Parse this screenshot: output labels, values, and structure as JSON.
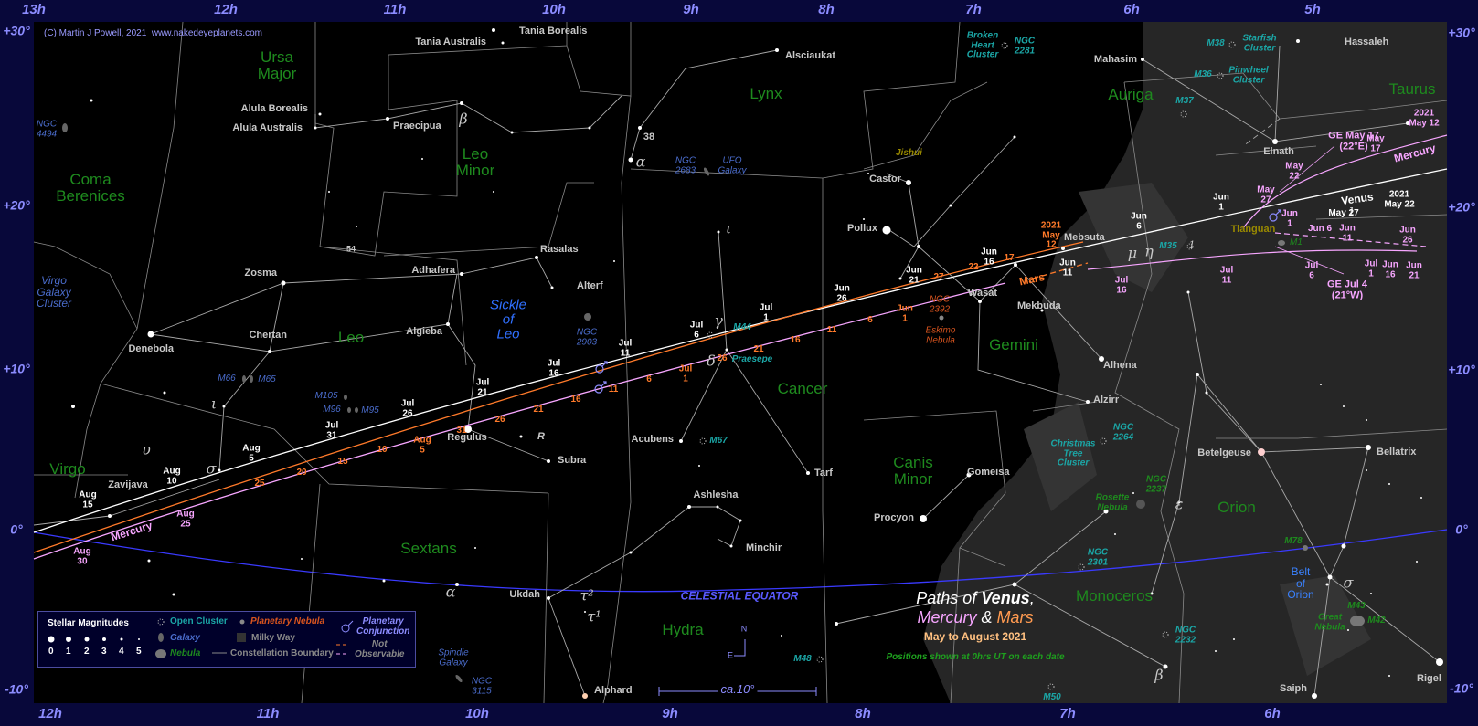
{
  "copyright": "(C) Martin J Powell, 2021  www.nakedeyeplanets.com",
  "ra_top": [
    "13h",
    "12h",
    "11h",
    "10h",
    "9h",
    "8h",
    "7h",
    "6h",
    "5h"
  ],
  "ra_bottom": [
    "12h",
    "11h",
    "10h",
    "9h",
    "8h",
    "7h",
    "6h"
  ],
  "dec_left": [
    "+30°",
    "+20°",
    "+10°",
    "0°",
    "-10°"
  ],
  "dec_right": [
    "+30°",
    "+20°",
    "+10°",
    "0°",
    "-10°"
  ],
  "constellations": {
    "ursa_major": "Ursa\nMajor",
    "coma": "Coma\nBerenices",
    "leo_minor": "Leo\nMinor",
    "lynx": "Lynx",
    "auriga": "Auriga",
    "taurus": "Taurus",
    "leo": "Leo",
    "cancer": "Cancer",
    "gemini": "Gemini",
    "virgo": "Virgo",
    "sextans": "Sextans",
    "canis_minor": "Canis\nMinor",
    "orion": "Orion",
    "monoceros": "Monoceros",
    "hydra": "Hydra"
  },
  "stars": {
    "tania_australis": "Tania Australis",
    "tania_borealis": "Tania Borealis",
    "alsciaukat": "Alsciaukat",
    "hassaleh": "Hassaleh",
    "mahasim": "Mahasim",
    "alula_borealis": "Alula Borealis",
    "alula_australis": "Alula Australis",
    "praecipua": "Praecipua",
    "elnath": "Elnath",
    "castor": "Castor",
    "pollux": "Pollux",
    "mebsuta": "Mebsuta",
    "tianguan": "Tianguan",
    "rasalas": "Rasalas",
    "zosma": "Zosma",
    "adhafera": "Adhafera",
    "alterf": "Alterf",
    "wasat": "Wasat",
    "mekbuda": "Mekbuda",
    "chertan": "Chertan",
    "denebola": "Denebola",
    "algieba": "Algieba",
    "alhena": "Alhena",
    "alzirr": "Alzirr",
    "regulus": "Regulus",
    "subra": "Subra",
    "acubens": "Acubens",
    "tarf": "Tarf",
    "betelgeuse": "Betelgeuse",
    "bellatrix": "Bellatrix",
    "gomeisa": "Gomeisa",
    "procyon": "Procyon",
    "zavijava": "Zavijava",
    "ashlesha": "Ashlesha",
    "minchir": "Minchir",
    "ukdah": "Ukdah",
    "alphard": "Alphard",
    "saiph": "Saiph",
    "rigel": "Rigel",
    "n38": "38",
    "n54": "54",
    "r": "R"
  },
  "greek": {
    "beta1": "β",
    "alpha1": "α",
    "iota1": "ι",
    "mu": "μ",
    "eta": "η",
    "one": "1",
    "gamma": "γ",
    "delta": "δ",
    "iota2": "ι",
    "iota3": "ι",
    "upsilon": "υ",
    "sigma1": "σ",
    "epsilon": "ε",
    "alpha2": "α",
    "tau2": "τ²",
    "tau1": "τ¹",
    "beta2": "β",
    "sigma2": "σ"
  },
  "deep_sky": {
    "broken_heart": "Broken\nHeart\nCluster",
    "ngc2281": "NGC\n2281",
    "m38": "M38",
    "starfish": "Starfish\nCluster",
    "m36": "M36",
    "pinwheel": "Pinwheel\nCluster",
    "m37": "M37",
    "ngc4494": "NGC\n4494",
    "ngc2683": "NGC\n2683",
    "ufo": "UFO\nGalaxy",
    "jishui": "Jishui",
    "m35": "M35",
    "m1": "M1",
    "virgo_cluster": "Virgo\nGalaxy\nCluster",
    "sickle": "Sickle\nof\nLeo",
    "ngc2903": "NGC\n2903",
    "m44": "M44",
    "praesepe": "Praesepe",
    "ngc2392": "NGC\n2392",
    "eskimo": "Eskimo\nNebula",
    "m66": "M66",
    "m65": "M65",
    "m105": "M105",
    "m96": "M96",
    "m95": "M95",
    "m67": "M67",
    "ngc2264": "NGC\n2264",
    "christmas": "Christmas\nTree\nCluster",
    "ngc2237": "NGC\n2237",
    "rosette": "Rosette\nNebula",
    "ngc2301": "NGC\n2301",
    "m78": "M78",
    "belt": "Belt\nof\nOrion",
    "m43": "M43",
    "great_neb": "Great\nNebula",
    "m42": "M42",
    "ngc2232": "NGC\n2232",
    "spindle": "Spindle\nGalaxy",
    "ngc3115": "NGC\n3115",
    "m48": "M48",
    "m50": "M50"
  },
  "celestial_equator": "CELESTIAL EQUATOR",
  "scale": "ca.10°",
  "compass": {
    "n": "N",
    "e": "E"
  },
  "planet_names": {
    "mercury_top": "Mercury",
    "mercury_bottom": "Mercury",
    "venus": "Venus",
    "mars": "Mars"
  },
  "venus_dates": [
    "2021\nMay 22",
    "May 27",
    "Jun\n1",
    "Jun\n6",
    "Jun\n11",
    "Jun\n16",
    "Jun\n21",
    "Jun\n26",
    "Jul\n1",
    "Jul\n6",
    "Jul\n11",
    "Jul\n16",
    "Jul\n21",
    "Jul\n26",
    "Jul\n31",
    "Aug\n5",
    "Aug\n10",
    "Aug\n15"
  ],
  "mars_dates": [
    "2021\nMay\n12",
    "17",
    "22",
    "27",
    "Jun\n1",
    "6",
    "11",
    "16",
    "21",
    "26",
    "Jul\n1",
    "6",
    "11",
    "16",
    "21",
    "26",
    "31",
    "Aug\n5",
    "10",
    "15",
    "20",
    "25"
  ],
  "mercury_dates": [
    "2021\nMay 12",
    "May\n17",
    "May\n22",
    "May\n27",
    "Jun\n1",
    "Jun 6",
    "Jun\n11",
    "Jun\n16",
    "Jun\n21",
    "Jun\n26",
    "Jul\n1",
    "Jul\n6",
    "Jul\n11",
    "Jul\n16",
    "Aug\n25",
    "Aug\n30"
  ],
  "elongations": {
    "ge_may": "GE May 17\n(22°E)",
    "ge_jul": "GE Jul 4\n(21°W)"
  },
  "title": {
    "paths_of": "Paths of",
    "venus": "Venus",
    "mercury": "Mercury",
    "and": "&",
    "mars": "Mars",
    "range": "May to August 2021",
    "note": "Positions shown at 0hrs UT on each date"
  },
  "legend": {
    "magnitudes_title": "Stellar Magnitudes",
    "magnitudes": [
      "0",
      "1",
      "2",
      "3",
      "4",
      "5"
    ],
    "open_cluster": "Open Cluster",
    "planetary_nebula": "Planetary Nebula",
    "planetary_conjunction": "Planetary\nConjunction",
    "galaxy": "Galaxy",
    "milky_way": "Milky Way",
    "nebula": "Nebula",
    "constellation_boundary": "Constellation Boundary",
    "not_observable": "Not\nObservable"
  },
  "colors": {
    "background": "#08083a",
    "milky_way": "#2a2a2a",
    "equator": "#3a3aff",
    "venus": "#ffffff",
    "mercury": "#f7a6ff",
    "mars": "#ff7a2a",
    "constellation_line": "#a8a8a8",
    "boundary": "#8a8a8a"
  },
  "icons": [
    "conjunction-symbol-icon",
    "compass-icon",
    "open-cluster-icon",
    "galaxy-icon",
    "planetary-nebula-icon",
    "nebula-icon"
  ]
}
